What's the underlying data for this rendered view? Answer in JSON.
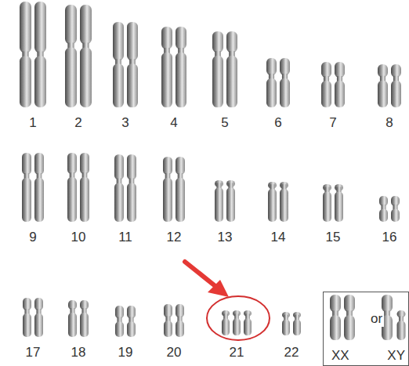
{
  "diagram": {
    "nodes": [
      {
        "text": [
          "XX",
          "or",
          "XY"
        ]
      }
    ],
    "labels": [
      "1",
      "2",
      "3",
      "4",
      "5",
      "6",
      "7",
      "8",
      "9",
      "10",
      "11",
      "12",
      "13",
      "14",
      "15",
      "16",
      "17",
      "18",
      "19",
      "20",
      "21",
      "22"
    ]
  }
}
